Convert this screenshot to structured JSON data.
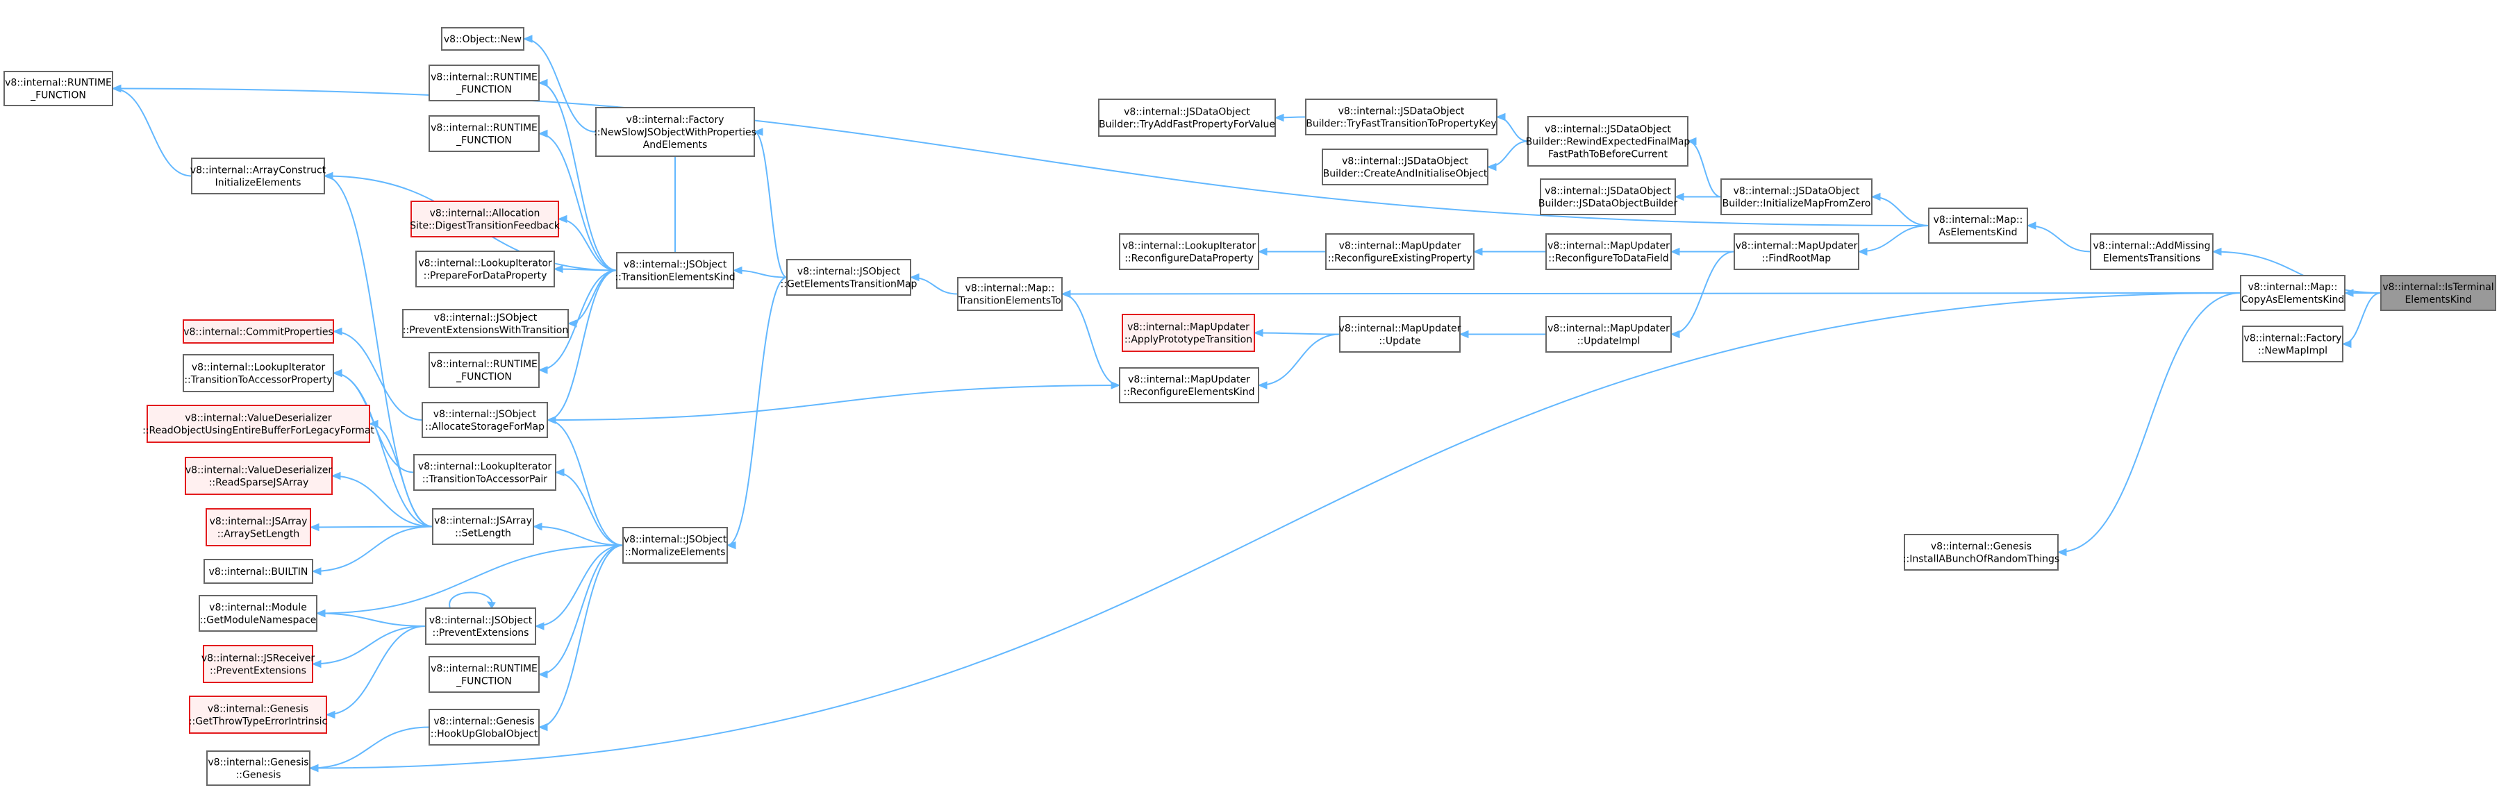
{
  "nodes": [
    {
      "id": "runtime_left",
      "lines": [
        "v8::internal::RUNTIME",
        "_FUNCTION"
      ],
      "style": "normal"
    },
    {
      "id": "object_new",
      "lines": [
        "v8::Object::New"
      ],
      "style": "normal"
    },
    {
      "id": "runtime_a",
      "lines": [
        "v8::internal::RUNTIME",
        "_FUNCTION"
      ],
      "style": "normal"
    },
    {
      "id": "runtime_b",
      "lines": [
        "v8::internal::RUNTIME",
        "_FUNCTION"
      ],
      "style": "normal"
    },
    {
      "id": "factory_newslow",
      "lines": [
        "v8::internal::Factory",
        "::NewSlowJSObjectWithProperties",
        "AndElements"
      ],
      "style": "normal"
    },
    {
      "id": "arrayconstruct",
      "lines": [
        "v8::internal::ArrayConstruct",
        "InitializeElements"
      ],
      "style": "normal"
    },
    {
      "id": "allocsite",
      "lines": [
        "v8::internal::Allocation",
        "Site::DigestTransitionFeedback"
      ],
      "style": "red"
    },
    {
      "id": "lookup_prepare",
      "lines": [
        "v8::internal::LookupIterator",
        "::PrepareForDataProperty"
      ],
      "style": "normal"
    },
    {
      "id": "jsobject_prevent_ext_trans",
      "lines": [
        "v8::internal::JSObject",
        "::PreventExtensionsWithTransition"
      ],
      "style": "normal"
    },
    {
      "id": "runtime_c",
      "lines": [
        "v8::internal::RUNTIME",
        "_FUNCTION"
      ],
      "style": "normal"
    },
    {
      "id": "transition_elements_kind",
      "lines": [
        "v8::internal::JSObject",
        "::TransitionElementsKind"
      ],
      "style": "normal"
    },
    {
      "id": "get_elements_transition_map",
      "lines": [
        "v8::internal::JSObject",
        "::GetElementsTransitionMap"
      ],
      "style": "normal"
    },
    {
      "id": "commit_properties",
      "lines": [
        "v8::internal::CommitProperties"
      ],
      "style": "red"
    },
    {
      "id": "lookup_transition_accessor_prop",
      "lines": [
        "v8::internal::LookupIterator",
        "::TransitionToAccessorProperty"
      ],
      "style": "normal"
    },
    {
      "id": "value_deser_read_object",
      "lines": [
        "v8::internal::ValueDeserializer",
        "::ReadObjectUsingEntireBufferForLegacyFormat"
      ],
      "style": "red"
    },
    {
      "id": "value_deser_sparse",
      "lines": [
        "v8::internal::ValueDeserializer",
        "::ReadSparseJSArray"
      ],
      "style": "red"
    },
    {
      "id": "jsarray_array_set_length",
      "lines": [
        "v8::internal::JSArray",
        "::ArraySetLength"
      ],
      "style": "red"
    },
    {
      "id": "builtin",
      "lines": [
        "v8::internal::BUILTIN"
      ],
      "style": "normal"
    },
    {
      "id": "module_namespace",
      "lines": [
        "v8::internal::Module",
        "::GetModuleNamespace"
      ],
      "style": "normal"
    },
    {
      "id": "jsreceiver_prevent",
      "lines": [
        "v8::internal::JSReceiver",
        "::PreventExtensions"
      ],
      "style": "red"
    },
    {
      "id": "genesis_throw",
      "lines": [
        "v8::internal::Genesis",
        "::GetThrowTypeErrorIntrinsic"
      ],
      "style": "red"
    },
    {
      "id": "genesis_genesis",
      "lines": [
        "v8::internal::Genesis",
        "::Genesis"
      ],
      "style": "normal"
    },
    {
      "id": "allocate_storage_for_map",
      "lines": [
        "v8::internal::JSObject",
        "::AllocateStorageForMap"
      ],
      "style": "normal"
    },
    {
      "id": "lookup_transition_accessor_pair",
      "lines": [
        "v8::internal::LookupIterator",
        "::TransitionToAccessorPair"
      ],
      "style": "normal"
    },
    {
      "id": "jsarray_set_length",
      "lines": [
        "v8::internal::JSArray",
        "::SetLength"
      ],
      "style": "normal"
    },
    {
      "id": "jsobject_prevent_extensions",
      "lines": [
        "v8::internal::JSObject",
        "::PreventExtensions"
      ],
      "style": "normal"
    },
    {
      "id": "runtime_d",
      "lines": [
        "v8::internal::RUNTIME",
        "_FUNCTION"
      ],
      "style": "normal"
    },
    {
      "id": "hookup_global",
      "lines": [
        "v8::internal::Genesis",
        "::HookUpGlobalObject"
      ],
      "style": "normal"
    },
    {
      "id": "normalize_elements",
      "lines": [
        "v8::internal::JSObject",
        "::NormalizeElements"
      ],
      "style": "normal"
    },
    {
      "id": "map_transition_elements_to",
      "lines": [
        "v8::internal::Map::",
        "TransitionElementsTo"
      ],
      "style": "normal"
    },
    {
      "id": "jsdata_try_add_fast",
      "lines": [
        "v8::internal::JSDataObject",
        "Builder::TryAddFastPropertyForValue"
      ],
      "style": "normal"
    },
    {
      "id": "jsdata_try_fast_transition",
      "lines": [
        "v8::internal::JSDataObject",
        "Builder::TryFastTransitionToPropertyKey"
      ],
      "style": "normal"
    },
    {
      "id": "jsdata_create_and_init",
      "lines": [
        "v8::internal::JSDataObject",
        "Builder::CreateAndInitialiseObject"
      ],
      "style": "normal"
    },
    {
      "id": "jsdata_rewind",
      "lines": [
        "v8::internal::JSDataObject",
        "Builder::RewindExpectedFinalMap",
        "FastPathToBeforeCurrent"
      ],
      "style": "normal"
    },
    {
      "id": "jsdata_builder",
      "lines": [
        "v8::internal::JSDataObject",
        "Builder::JSDataObjectBuilder"
      ],
      "style": "normal"
    },
    {
      "id": "mapupdater_init_from_zero",
      "lines": [
        "v8::internal::JSDataObject",
        "Builder::InitializeMapFromZero"
      ],
      "style": "normal"
    },
    {
      "id": "lookup_reconfigure_data",
      "lines": [
        "v8::internal::LookupIterator",
        "::ReconfigureDataProperty"
      ],
      "style": "normal"
    },
    {
      "id": "mapupdater_reconfigure_existing",
      "lines": [
        "v8::internal::MapUpdater",
        "::ReconfigureExistingProperty"
      ],
      "style": "normal"
    },
    {
      "id": "mapupdater_reconfigure_data_field",
      "lines": [
        "v8::internal::MapUpdater",
        "::ReconfigureToDataField"
      ],
      "style": "normal"
    },
    {
      "id": "mapupdater_find_root_map",
      "lines": [
        "v8::internal::MapUpdater",
        "::FindRootMap"
      ],
      "style": "normal"
    },
    {
      "id": "mapupdater_apply_proto",
      "lines": [
        "v8::internal::MapUpdater",
        "::ApplyPrototypeTransition"
      ],
      "style": "red"
    },
    {
      "id": "mapupdater_reconfigure_elements",
      "lines": [
        "v8::internal::MapUpdater",
        "::ReconfigureElementsKind"
      ],
      "style": "normal"
    },
    {
      "id": "mapupdater_update",
      "lines": [
        "v8::internal::MapUpdater",
        "::Update"
      ],
      "style": "normal"
    },
    {
      "id": "mapupdater_update_impl",
      "lines": [
        "v8::internal::MapUpdater",
        "::UpdateImpl"
      ],
      "style": "normal"
    },
    {
      "id": "map_as_elements_kind",
      "lines": [
        "v8::internal::Map::",
        "AsElementsKind"
      ],
      "style": "normal"
    },
    {
      "id": "genesis_install",
      "lines": [
        "v8::internal::Genesis",
        "::InstallABunchOfRandomThings"
      ],
      "style": "normal"
    },
    {
      "id": "add_missing_transitions",
      "lines": [
        "v8::internal::AddMissing",
        "ElementsTransitions"
      ],
      "style": "normal"
    },
    {
      "id": "map_copy_as_elements_kind",
      "lines": [
        "v8::internal::Map::",
        "CopyAsElementsKind"
      ],
      "style": "normal"
    },
    {
      "id": "factory_new_map_impl",
      "lines": [
        "v8::internal::Factory",
        "::NewMapImpl"
      ],
      "style": "normal"
    },
    {
      "id": "is_terminal_elements_kind",
      "lines": [
        "v8::internal::IsTerminal",
        "ElementsKind"
      ],
      "style": "root"
    }
  ],
  "edges": [
    [
      "runtime_left",
      "map_as_elements_kind"
    ],
    [
      "runtime_left",
      "arrayconstruct"
    ],
    [
      "object_new",
      "factory_newslow"
    ],
    [
      "runtime_a",
      "transition_elements_kind"
    ],
    [
      "runtime_b",
      "transition_elements_kind"
    ],
    [
      "factory_newslow",
      "transition_elements_kind"
    ],
    [
      "factory_newslow",
      "get_elements_transition_map"
    ],
    [
      "arrayconstruct",
      "transition_elements_kind"
    ],
    [
      "arrayconstruct",
      "jsarray_set_length"
    ],
    [
      "allocsite",
      "transition_elements_kind"
    ],
    [
      "lookup_prepare",
      "transition_elements_kind"
    ],
    [
      "jsobject_prevent_ext_trans",
      "transition_elements_kind"
    ],
    [
      "runtime_c",
      "transition_elements_kind"
    ],
    [
      "allocate_storage_for_map",
      "transition_elements_kind"
    ],
    [
      "transition_elements_kind",
      "get_elements_transition_map"
    ],
    [
      "normalize_elements",
      "get_elements_transition_map"
    ],
    [
      "get_elements_transition_map",
      "map_transition_elements_to"
    ],
    [
      "commit_properties",
      "allocate_storage_for_map"
    ],
    [
      "lookup_transition_accessor_prop",
      "lookup_transition_accessor_pair"
    ],
    [
      "value_deser_read_object",
      "jsarray_set_length"
    ],
    [
      "value_deser_sparse",
      "jsarray_set_length"
    ],
    [
      "jsarray_array_set_length",
      "jsarray_set_length"
    ],
    [
      "builtin",
      "jsarray_set_length"
    ],
    [
      "lookup_transition_accessor_prop",
      "jsarray_set_length"
    ],
    [
      "module_namespace",
      "normalize_elements"
    ],
    [
      "module_namespace",
      "jsobject_prevent_extensions"
    ],
    [
      "jsreceiver_prevent",
      "jsobject_prevent_extensions"
    ],
    [
      "genesis_throw",
      "jsobject_prevent_extensions"
    ],
    [
      "genesis_genesis",
      "hookup_global"
    ],
    [
      "genesis_genesis",
      "map_copy_as_elements_kind"
    ],
    [
      "jsobject_prevent_extensions",
      "jsobject_prevent_extensions"
    ],
    [
      "allocate_storage_for_map",
      "normalize_elements"
    ],
    [
      "lookup_transition_accessor_pair",
      "normalize_elements"
    ],
    [
      "jsarray_set_length",
      "normalize_elements"
    ],
    [
      "jsobject_prevent_extensions",
      "normalize_elements"
    ],
    [
      "runtime_d",
      "normalize_elements"
    ],
    [
      "hookup_global",
      "normalize_elements"
    ],
    [
      "map_transition_elements_to",
      "map_copy_as_elements_kind"
    ],
    [
      "map_transition_elements_to",
      "mapupdater_reconfigure_elements"
    ],
    [
      "mapupdater_reconfigure_elements",
      "allocate_storage_for_map"
    ],
    [
      "mapupdater_reconfigure_elements",
      "mapupdater_update"
    ],
    [
      "mapupdater_apply_proto",
      "mapupdater_update"
    ],
    [
      "mapupdater_update",
      "mapupdater_update_impl"
    ],
    [
      "mapupdater_update_impl",
      "mapupdater_find_root_map"
    ],
    [
      "lookup_reconfigure_data",
      "mapupdater_reconfigure_existing"
    ],
    [
      "mapupdater_reconfigure_existing",
      "mapupdater_reconfigure_data_field"
    ],
    [
      "mapupdater_reconfigure_data_field",
      "mapupdater_find_root_map"
    ],
    [
      "mapupdater_find_root_map",
      "map_as_elements_kind"
    ],
    [
      "jsdata_try_add_fast",
      "jsdata_try_fast_transition"
    ],
    [
      "jsdata_try_fast_transition",
      "jsdata_rewind"
    ],
    [
      "jsdata_create_and_init",
      "jsdata_rewind"
    ],
    [
      "jsdata_rewind",
      "mapupdater_init_from_zero"
    ],
    [
      "jsdata_builder",
      "mapupdater_init_from_zero"
    ],
    [
      "mapupdater_init_from_zero",
      "map_as_elements_kind"
    ],
    [
      "map_as_elements_kind",
      "add_missing_transitions"
    ],
    [
      "genesis_install",
      "map_copy_as_elements_kind"
    ],
    [
      "add_missing_transitions",
      "is_terminal_elements_kind"
    ],
    [
      "map_copy_as_elements_kind",
      "is_terminal_elements_kind"
    ],
    [
      "factory_new_map_impl",
      "is_terminal_elements_kind"
    ]
  ]
}
